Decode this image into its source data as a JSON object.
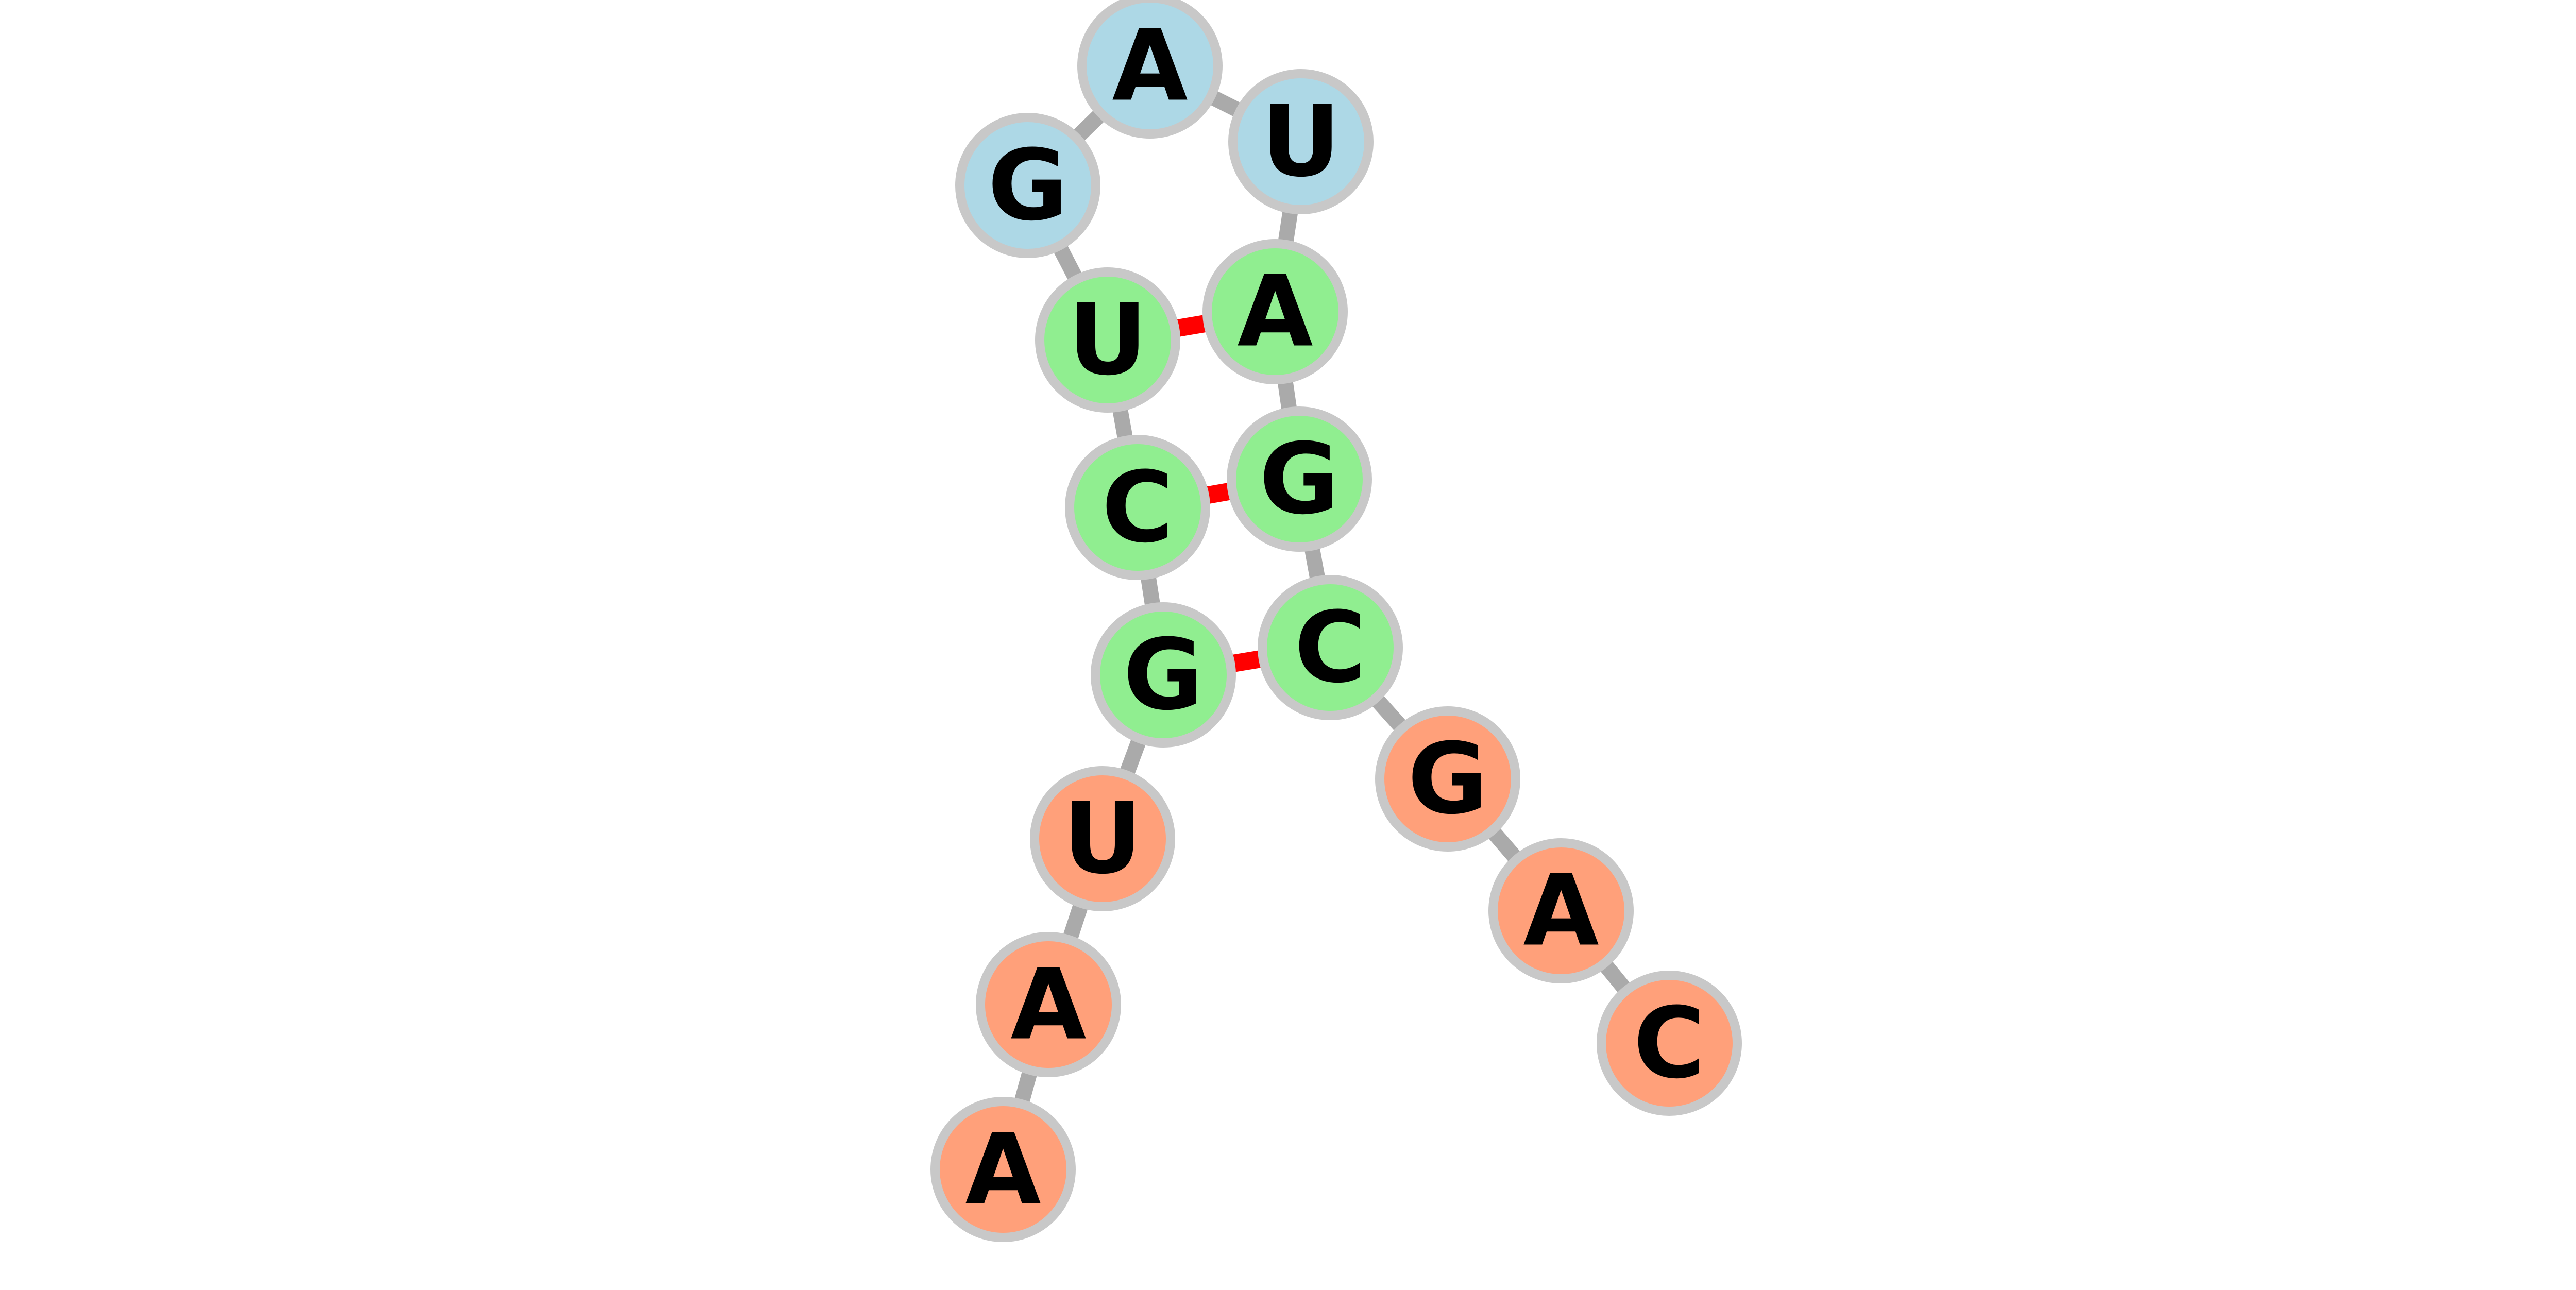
{
  "colors": {
    "background": "#ffffff",
    "backbone": "#aaaaaa",
    "base_pair": "#ff0000",
    "node_outline": "#c8c8c8",
    "outer_region": "#ffa07a",
    "stem_region": "#90ee90",
    "loop_region": "#add8e6"
  },
  "nucleotides": [
    {
      "id": "n1",
      "label": "A",
      "region": "outer_region"
    },
    {
      "id": "n2",
      "label": "A",
      "region": "outer_region"
    },
    {
      "id": "n3",
      "label": "U",
      "region": "outer_region"
    },
    {
      "id": "n4",
      "label": "G",
      "region": "stem_region"
    },
    {
      "id": "n5",
      "label": "C",
      "region": "stem_region"
    },
    {
      "id": "n6",
      "label": "U",
      "region": "stem_region"
    },
    {
      "id": "n7",
      "label": "G",
      "region": "loop_region"
    },
    {
      "id": "n8",
      "label": "A",
      "region": "loop_region"
    },
    {
      "id": "n9",
      "label": "U",
      "region": "loop_region"
    },
    {
      "id": "n10",
      "label": "A",
      "region": "stem_region"
    },
    {
      "id": "n11",
      "label": "G",
      "region": "stem_region"
    },
    {
      "id": "n12",
      "label": "C",
      "region": "stem_region"
    },
    {
      "id": "n13",
      "label": "G",
      "region": "outer_region"
    },
    {
      "id": "n14",
      "label": "A",
      "region": "outer_region"
    },
    {
      "id": "n15",
      "label": "C",
      "region": "outer_region"
    }
  ],
  "backbone_links": [
    [
      "n1",
      "n2"
    ],
    [
      "n2",
      "n3"
    ],
    [
      "n3",
      "n4"
    ],
    [
      "n4",
      "n5"
    ],
    [
      "n5",
      "n6"
    ],
    [
      "n6",
      "n7"
    ],
    [
      "n7",
      "n8"
    ],
    [
      "n8",
      "n9"
    ],
    [
      "n9",
      "n10"
    ],
    [
      "n10",
      "n11"
    ],
    [
      "n11",
      "n12"
    ],
    [
      "n12",
      "n13"
    ],
    [
      "n13",
      "n14"
    ],
    [
      "n14",
      "n15"
    ]
  ],
  "base_pairs": [
    [
      "n4",
      "n12"
    ],
    [
      "n5",
      "n11"
    ],
    [
      "n6",
      "n10"
    ]
  ]
}
